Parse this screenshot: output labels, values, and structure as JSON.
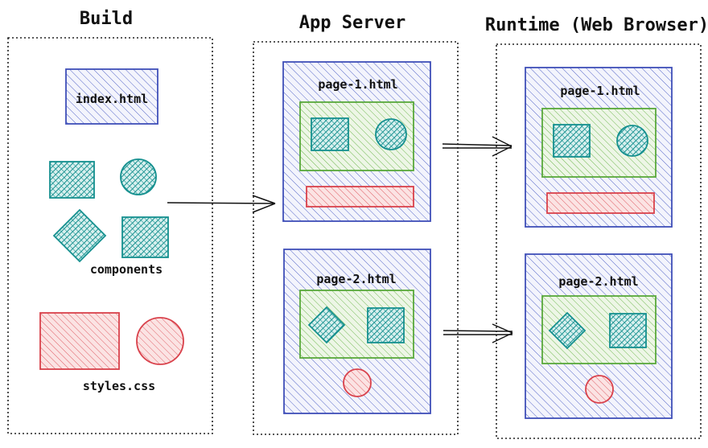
{
  "titles": {
    "build": "Build",
    "app_server": "App Server",
    "runtime": "Runtime (Web Browser)"
  },
  "build": {
    "index_label": "index.html",
    "components_label": "components",
    "styles_label": "styles.css"
  },
  "app_server": {
    "page1_label": "page-1.html",
    "page2_label": "page-2.html"
  },
  "runtime": {
    "page1_label": "page-1.html",
    "page2_label": "page-2.html"
  },
  "colors": {
    "page_blue": "#3f4fb8",
    "component_teal": "#15908f",
    "layout_green": "#58a83a",
    "style_red": "#d9414b",
    "ink": "#111111"
  }
}
